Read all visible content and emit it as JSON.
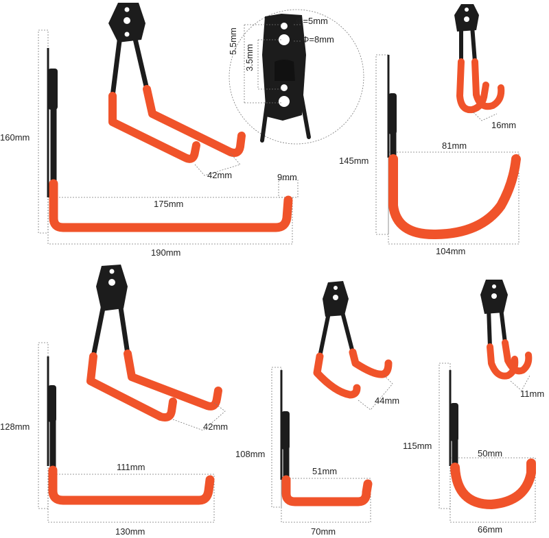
{
  "colors": {
    "coating": "#f0532a",
    "metal": "#1c1c1c",
    "dimension_line": "#777777",
    "background": "#ffffff"
  },
  "detail": {
    "small_hole": "Φ=5mm",
    "large_hole": "Φ=8mm",
    "outer_spacing": "5.5mm",
    "inner_spacing": "3.5mm"
  },
  "hooks": {
    "large_flat": {
      "height": "160mm",
      "inner_length": "175mm",
      "outer_length": "190mm",
      "tube": "9mm",
      "prong_spacing": "42mm"
    },
    "large_round": {
      "height": "145mm",
      "inner_width": "81mm",
      "outer_width": "104mm",
      "prong_spacing": "16mm"
    },
    "medium_flat": {
      "height": "128mm",
      "inner_length": "111mm",
      "outer_length": "130mm",
      "prong_spacing": "42mm"
    },
    "small_flat": {
      "height": "108mm",
      "inner_length": "51mm",
      "outer_length": "70mm",
      "prong_spacing": "44mm"
    },
    "small_round": {
      "height": "115mm",
      "inner_width": "50mm",
      "outer_width": "66mm",
      "prong_spacing": "11mm"
    }
  }
}
